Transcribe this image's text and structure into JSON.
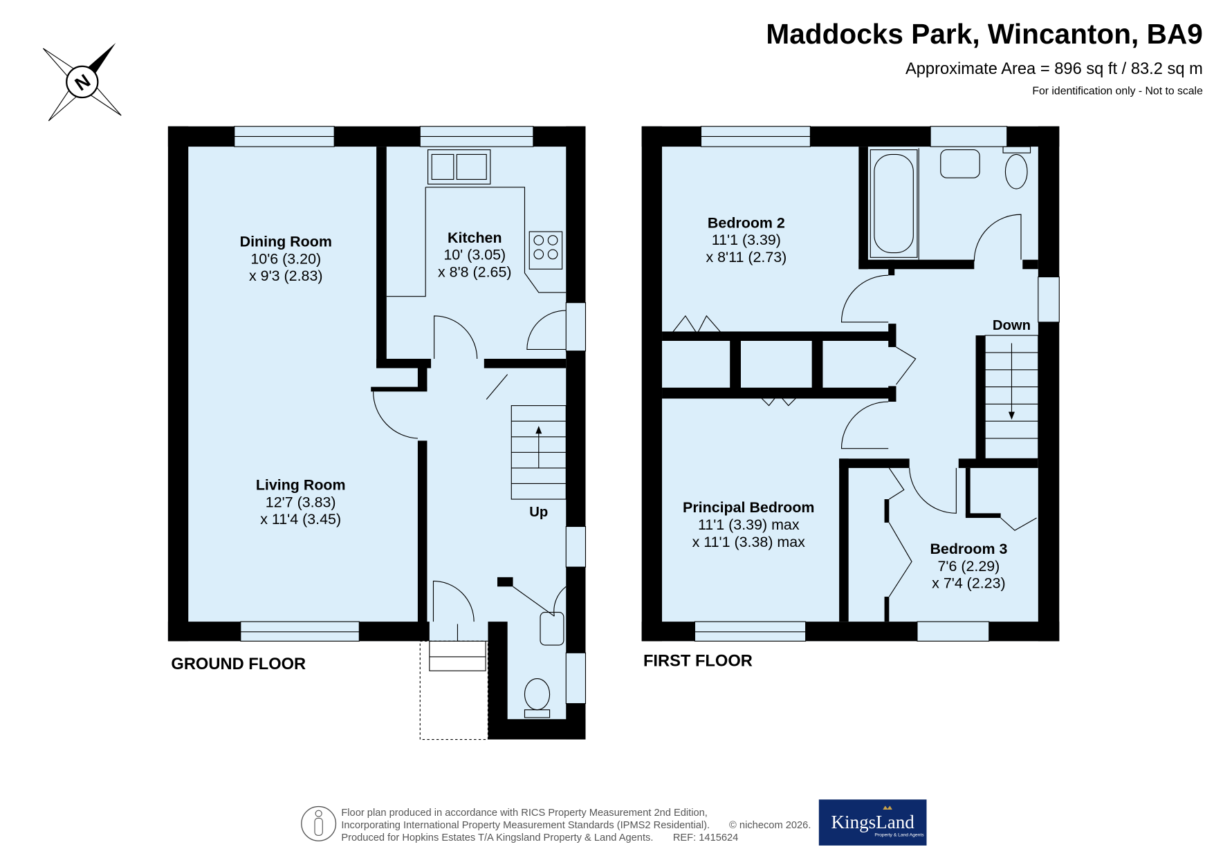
{
  "header": {
    "title": "Maddocks Park, Wincanton, BA9",
    "area": "Approximate Area = 896 sq ft / 83.2 sq m",
    "disclaimer": "For identification only - Not to scale"
  },
  "compass": {
    "label": "N",
    "icon": "compass-north-icon"
  },
  "ground_floor": {
    "label": "GROUND FLOOR",
    "rooms": [
      {
        "name": "Dining Room",
        "dim1": "10'6 (3.20)",
        "dim2": "x 9'3 (2.83)"
      },
      {
        "name": "Kitchen",
        "dim1": "10' (3.05)",
        "dim2": "x 8'8 (2.65)"
      },
      {
        "name": "Living Room",
        "dim1": "12'7 (3.83)",
        "dim2": "x 11'4 (3.45)"
      }
    ],
    "stairs_label": "Up"
  },
  "first_floor": {
    "label": "FIRST FLOOR",
    "rooms": [
      {
        "name": "Bedroom 2",
        "dim1": "11'1 (3.39)",
        "dim2": "x 8'11 (2.73)"
      },
      {
        "name": "Principal Bedroom",
        "dim1": "11'1 (3.39) max",
        "dim2": "x 11'1 (3.38) max"
      },
      {
        "name": "Bedroom 3",
        "dim1": "7'6 (2.29)",
        "dim2": "x 7'4 (2.23)"
      }
    ],
    "stairs_label": "Down"
  },
  "footer": {
    "line1": "Floor plan produced in accordance with RICS Property Measurement 2nd Edition,",
    "line2": "Incorporating International Property Measurement Standards (IPMS2 Residential).",
    "copyright": "© nichecom 2026.",
    "line3": "Produced for Hopkins Estates T/A Kingsland Property & Land Agents.",
    "ref": "REF:  1415624",
    "logo_text": "KingsLand",
    "logo_sub": "Property & Land Agents",
    "logo_color": "#0d2a6b"
  }
}
